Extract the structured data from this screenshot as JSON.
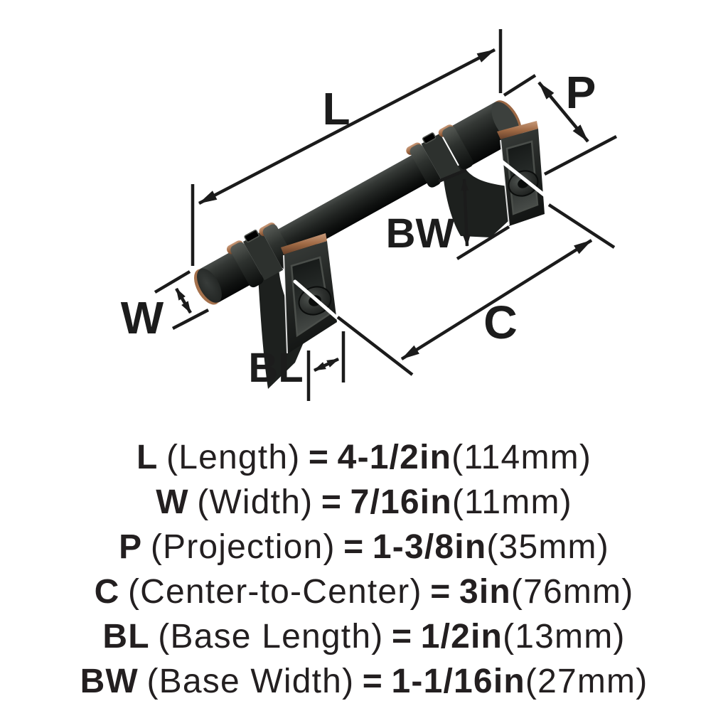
{
  "diagram": {
    "dim_labels": {
      "length": "L",
      "width": "W",
      "projection": "P",
      "center_to_center": "C",
      "base_length": "BL",
      "base_width": "BW"
    },
    "colors": {
      "background": "#ffffff",
      "line": "#1b1b1b",
      "text": "#231f20",
      "metal_dark": "#1d201e",
      "copper_accent": "#a97550"
    }
  },
  "specs": [
    {
      "abbr": "L",
      "name": "(Length)",
      "eq": "=",
      "imperial": "4-1/2in",
      "metric": "(114mm)"
    },
    {
      "abbr": "W",
      "name": "(Width)",
      "eq": "=",
      "imperial": "7/16in",
      "metric": "(11mm)"
    },
    {
      "abbr": "P",
      "name": "(Projection)",
      "eq": "=",
      "imperial": "1-3/8in",
      "metric": "(35mm)"
    },
    {
      "abbr": "C",
      "name": "(Center-to-Center)",
      "eq": "=",
      "imperial": "3in",
      "metric": "(76mm)"
    },
    {
      "abbr": "BL",
      "name": "(Base Length)",
      "eq": "=",
      "imperial": "1/2in",
      "metric": "(13mm)"
    },
    {
      "abbr": "BW",
      "name": "(Base Width)",
      "eq": "=",
      "imperial": "1-1/16in",
      "metric": "(27mm)"
    }
  ]
}
